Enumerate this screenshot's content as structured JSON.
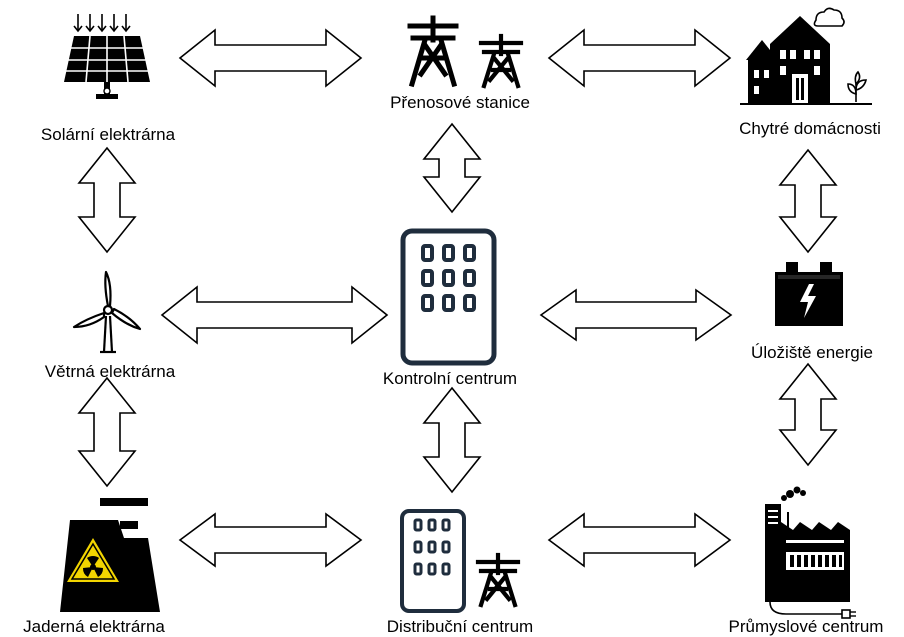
{
  "nodes": {
    "solar": "Solární elektrárna",
    "transmission": "Přenosové stanice",
    "smart_homes": "Chytré domácnosti",
    "wind": "Větrná elektrárna",
    "control": "Kontrolní centrum",
    "storage": "Úložiště energie",
    "nuclear": "Jaderná elektrárna",
    "distribution": "Distribuční centrum",
    "industrial": "Průmyslové centrum"
  },
  "icons": {
    "solar": "solar-panel-icon",
    "transmission": "transmission-tower-icon",
    "smart_homes": "smart-house-icon",
    "wind": "wind-turbine-icon",
    "control": "office-building-icon",
    "storage": "battery-icon",
    "nuclear": "nuclear-plant-icon",
    "distribution": "distribution-building-icon",
    "industrial": "factory-icon"
  },
  "colors": {
    "stroke": "#000000",
    "arrow_fill": "#ffffff",
    "building_stroke": "#1f2d3d",
    "hazard": "#f2d500"
  }
}
